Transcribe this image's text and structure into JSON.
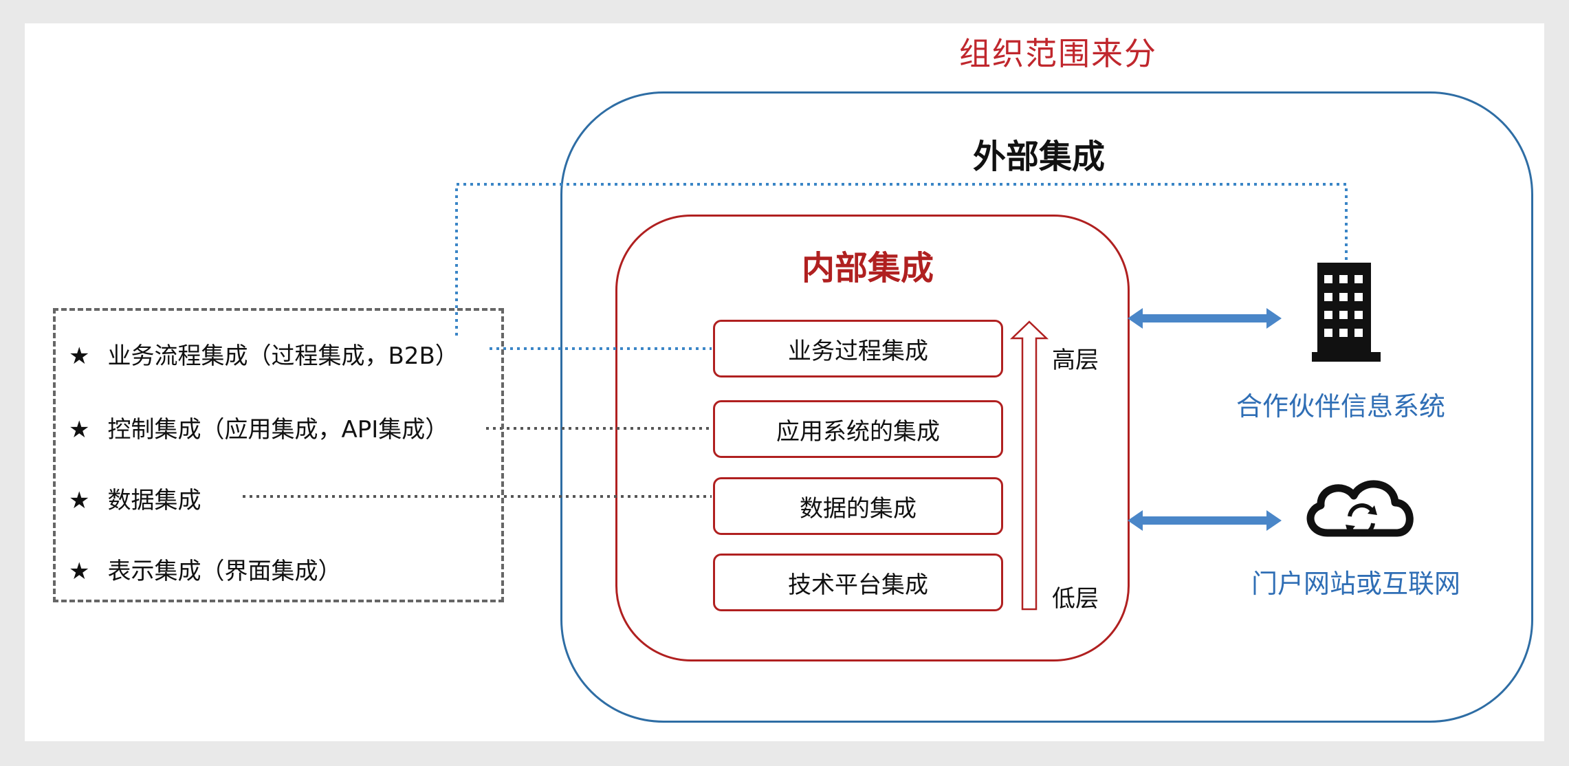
{
  "title": "组织范围来分",
  "outer_title": "外部集成",
  "inner_title": "内部集成",
  "layers": [
    "业务过程集成",
    "应用系统的集成",
    "数据的集成",
    "技术平台集成"
  ],
  "levels": {
    "high": "高层",
    "low": "低层"
  },
  "external": {
    "partner": "合作伙伴信息系统",
    "portal": "门户网站或互联网"
  },
  "list": {
    "star": "★",
    "items": [
      "业务流程集成（过程集成，B2B）",
      "控制集成（应用集成，API集成）",
      "数据集成",
      "表示集成（界面集成）"
    ]
  },
  "colors": {
    "red": "#c0272d",
    "blue": "#2e6da4",
    "arrow_blue": "#4a86c8",
    "label_blue": "#2f6eb5",
    "dotted_link": "#3a85c6"
  }
}
